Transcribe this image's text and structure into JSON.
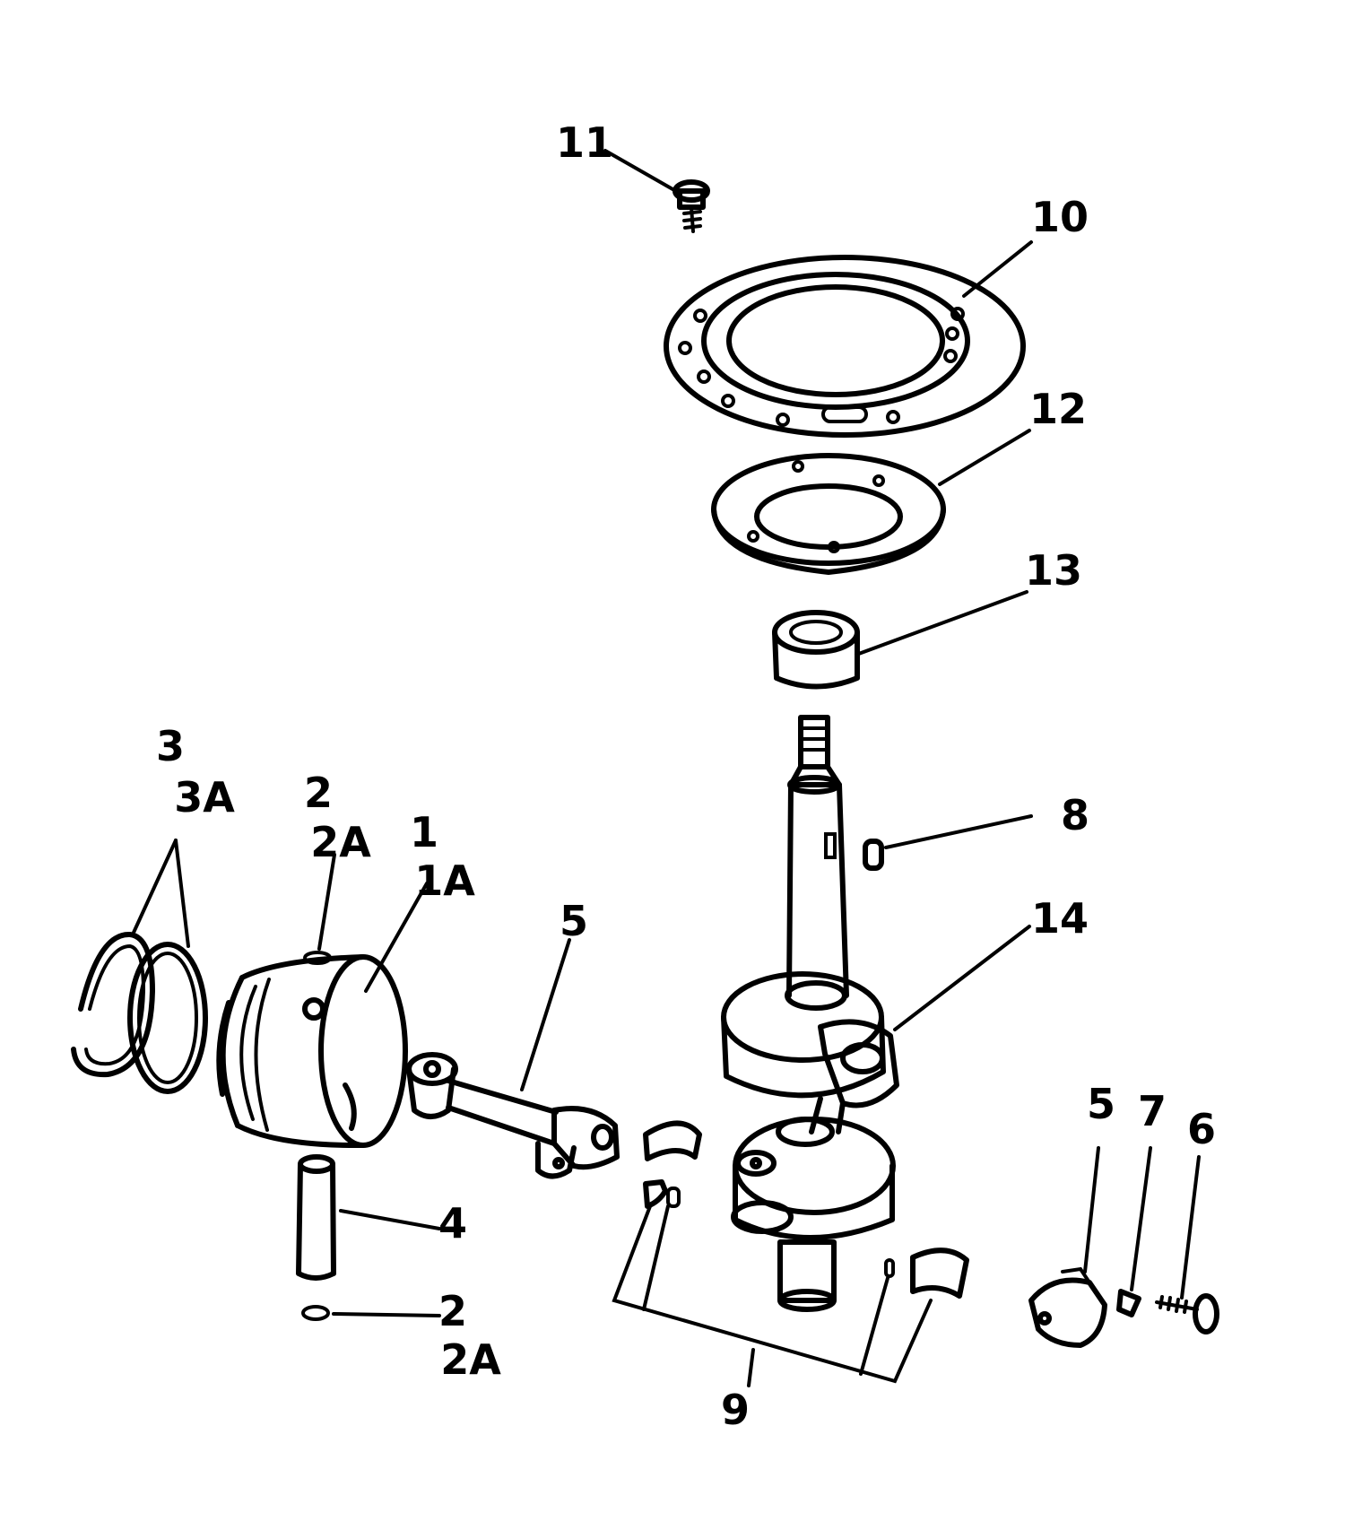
{
  "callouts": {
    "c1": "1",
    "c1a": "1A",
    "c2top": "2",
    "c2atop": "2A",
    "c2bot": "2",
    "c2abot": "2A",
    "c3": "3",
    "c3a": "3A",
    "c4": "4",
    "c5left": "5",
    "c5right": "5",
    "c6": "6",
    "c7": "7",
    "c8": "8",
    "c9": "9",
    "c10": "10",
    "c11": "11",
    "c12": "12",
    "c13": "13",
    "c14": "14"
  }
}
